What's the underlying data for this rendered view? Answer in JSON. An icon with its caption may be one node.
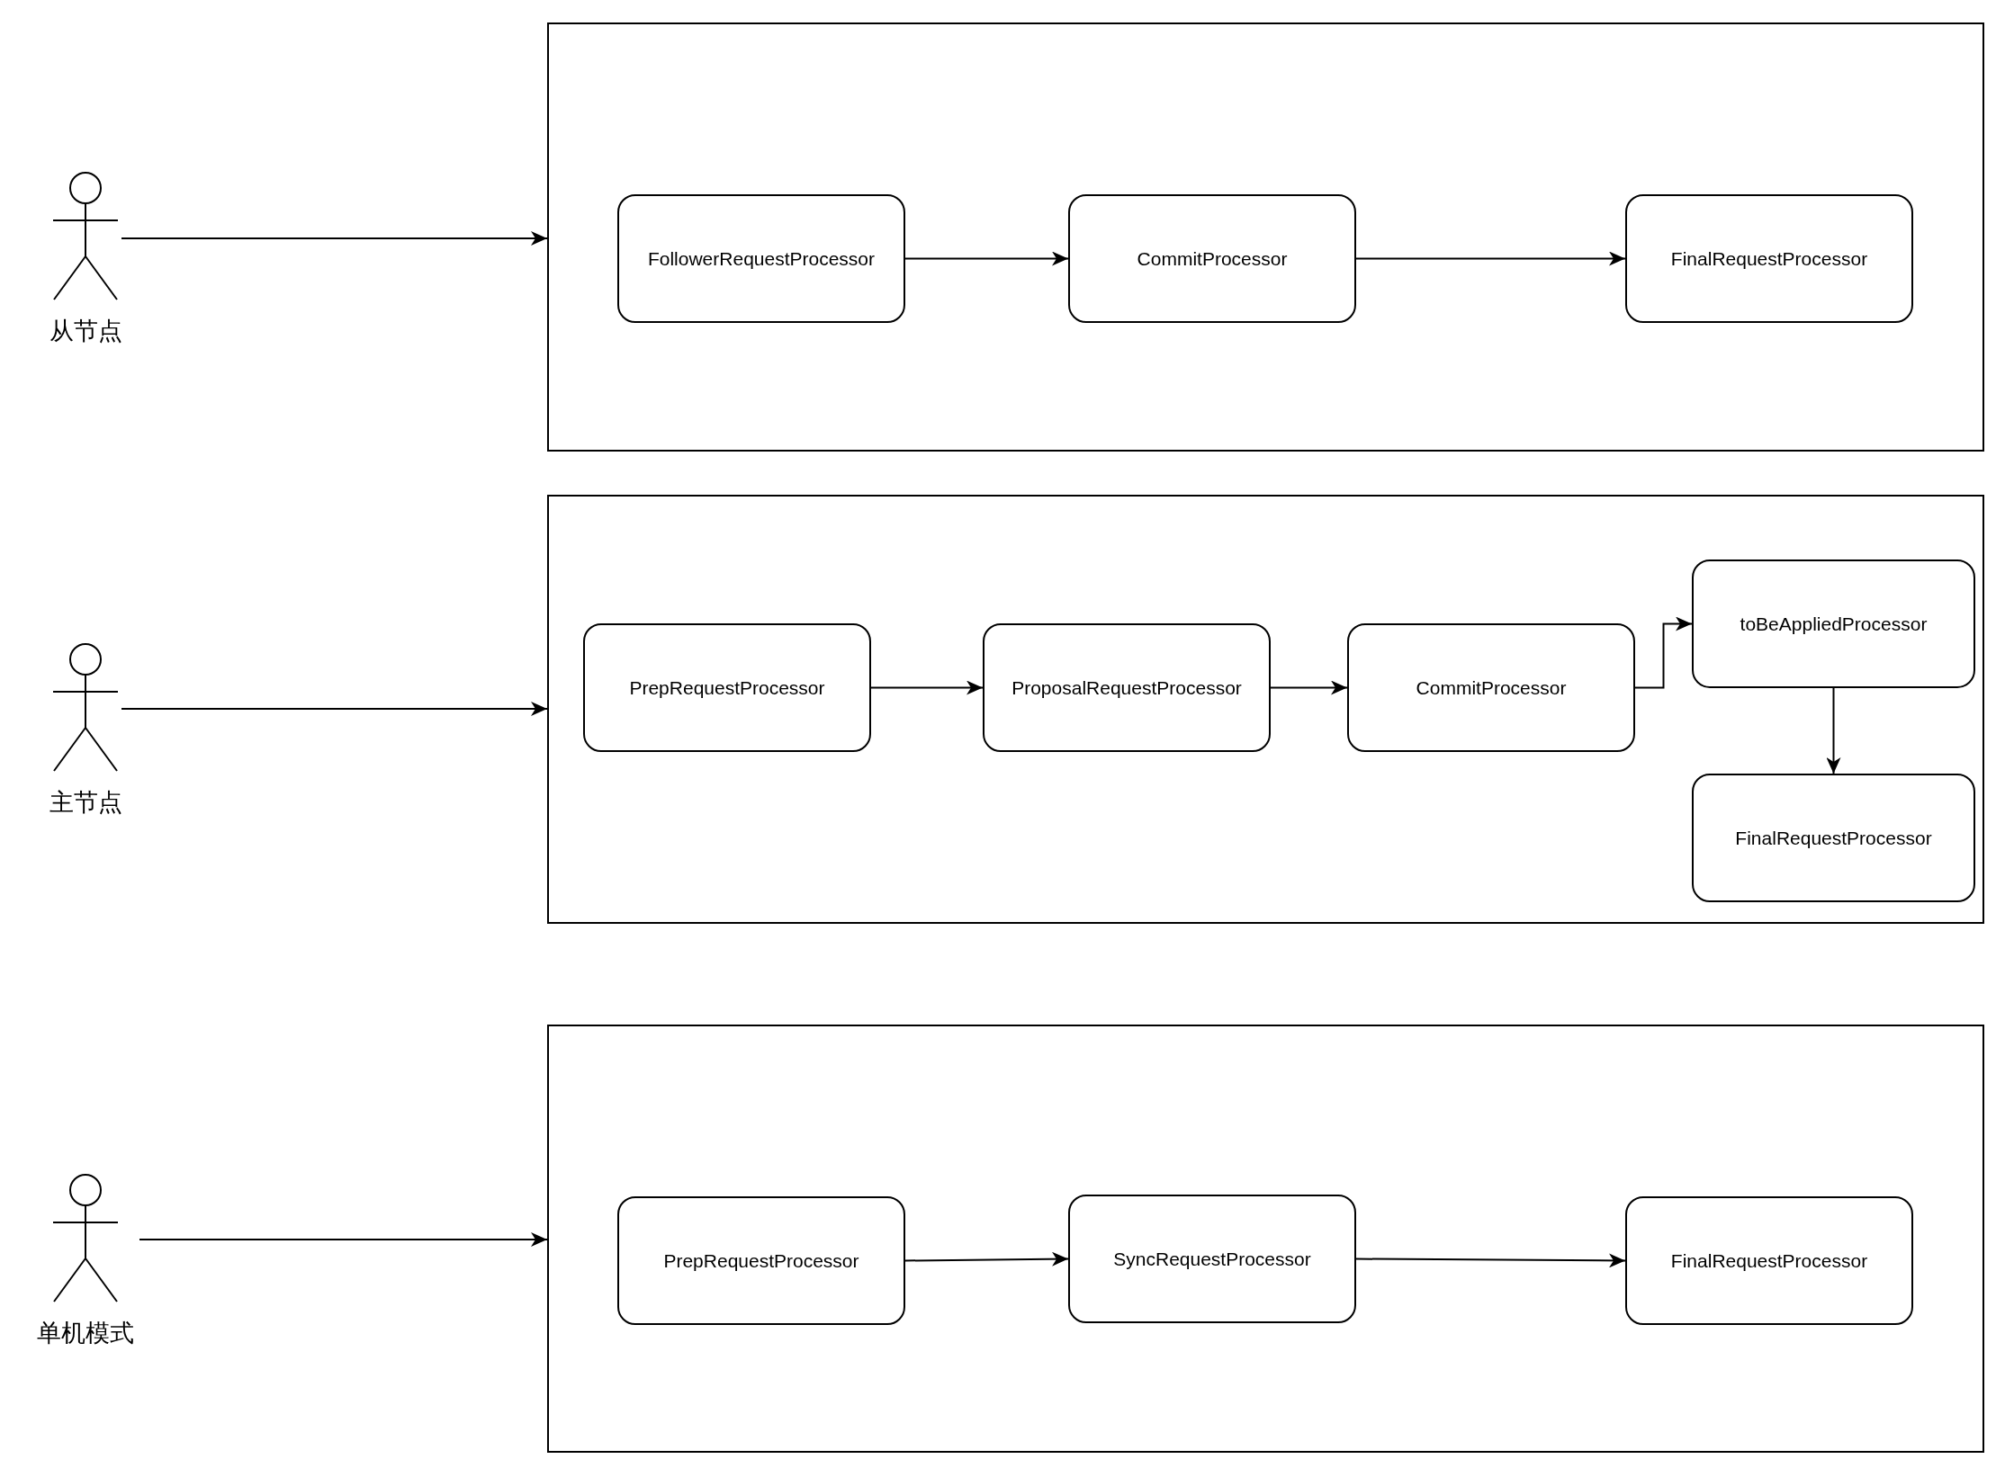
{
  "diagram": {
    "nodes": [
      {
        "text": [
          "从节点"
        ]
      },
      {
        "text": [],
        "shape": "box"
      },
      {
        "text": [
          "FollowerRequestProcessor"
        ],
        "in": 1
      },
      {
        "text": [
          "CommitProcessor"
        ],
        "in": 1
      },
      {
        "text": [
          "FinalRequestProcessor"
        ],
        "in": 1
      },
      {
        "text": [
          "主节点"
        ]
      },
      {
        "text": [],
        "shape": "box"
      },
      {
        "text": [
          "PrepRequestProcessor"
        ],
        "in": 6
      },
      {
        "text": [
          "ProposalRequestProcessor"
        ],
        "in": 6
      },
      {
        "text": [
          "CommitProcessor"
        ],
        "in": 6
      },
      {
        "text": [
          "toBeAppliedProcessor"
        ],
        "in": 6
      },
      {
        "text": [
          "FinalRequestProcessor"
        ],
        "in": 6
      },
      {
        "text": [
          "单机模式"
        ]
      },
      {
        "text": [],
        "shape": "box"
      },
      {
        "text": [
          "PrepRequestProcessor"
        ],
        "in": 13
      },
      {
        "text": [
          "SyncRequestProcessor"
        ],
        "in": 13
      },
      {
        "text": [
          "FinalRequestProcessor"
        ],
        "in": 13
      }
    ],
    "edges": [
      {
        "from": 0,
        "to": 1,
        "arrow": "to"
      },
      {
        "from": 2,
        "to": 3,
        "arrow": "to"
      },
      {
        "from": 3,
        "to": 4,
        "arrow": "to"
      },
      {
        "from": 5,
        "to": 6,
        "arrow": "to"
      },
      {
        "from": 7,
        "to": 8,
        "arrow": "to"
      },
      {
        "from": 8,
        "to": 9,
        "arrow": "to"
      },
      {
        "from": 9,
        "to": 10,
        "arrow": "to"
      },
      {
        "from": 10,
        "to": 11,
        "arrow": "to"
      },
      {
        "from": 12,
        "to": 13,
        "arrow": "to"
      },
      {
        "from": 14,
        "to": 15,
        "arrow": "to"
      },
      {
        "from": 15,
        "to": 16,
        "arrow": "to"
      }
    ]
  }
}
